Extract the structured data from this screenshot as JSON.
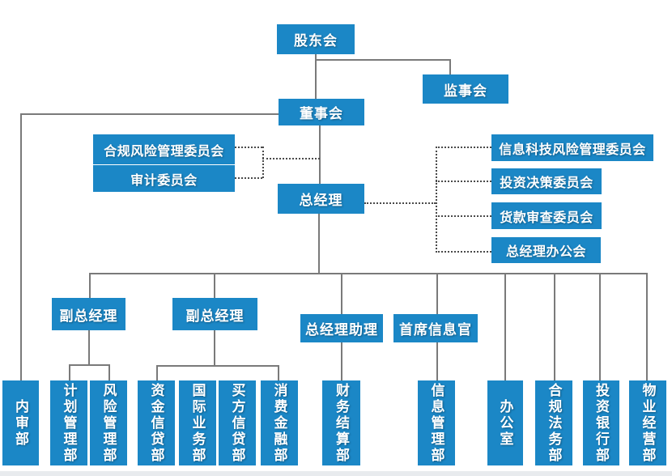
{
  "diagram": {
    "type": "organization-chart",
    "language": "zh-CN",
    "nodes": {
      "shareholders": "股东会",
      "supervisory_board": "监事会",
      "board_of_directors": "董事会",
      "general_manager": "总经理"
    },
    "board_committees": [
      "合规风险管理委员会",
      "审计委员会"
    ],
    "gm_committees": [
      "信息科技风险管理委员会",
      "投资决策委员会",
      "货款审查委员会",
      "总经理办公会"
    ],
    "executives": [
      "副总经理",
      "副总经理",
      "总经理助理",
      "首席信息官"
    ],
    "departments": [
      "内审部",
      "计划管理部",
      "风险管理部",
      "资金信贷部",
      "国际业务部",
      "买方信贷部",
      "消费金融部",
      "财务结算部",
      "信息管理部",
      "办公室",
      "合规法务部",
      "投资银行部",
      "物业经营部"
    ],
    "hierarchy": {
      "股东会": [
        "董事会",
        "监事会"
      ],
      "董事会": [
        "总经理",
        "内审部"
      ],
      "董事会_dotted": [
        "合规风险管理委员会",
        "审计委员会"
      ],
      "总经理": [
        "副总经理",
        "副总经理",
        "总经理助理",
        "首席信息官",
        "办公室",
        "合规法务部",
        "投资银行部",
        "物业经营部"
      ],
      "总经理_dotted": [
        "信息科技风险管理委员会",
        "投资决策委员会",
        "货款审查委员会",
        "总经理办公会"
      ],
      "副总经理_1": [
        "计划管理部",
        "风险管理部"
      ],
      "副总经理_2": [
        "资金信贷部",
        "国际业务部",
        "买方信贷部",
        "消费金融部"
      ],
      "总经理助理": [
        "财务结算部"
      ],
      "首席信息官": [
        "信息管理部"
      ]
    },
    "colors": {
      "node_fill": "#1b87c6",
      "node_text": "#ffffff",
      "solid_line": "#7a7a7a",
      "dotted_line": "#4a4a4a"
    }
  }
}
